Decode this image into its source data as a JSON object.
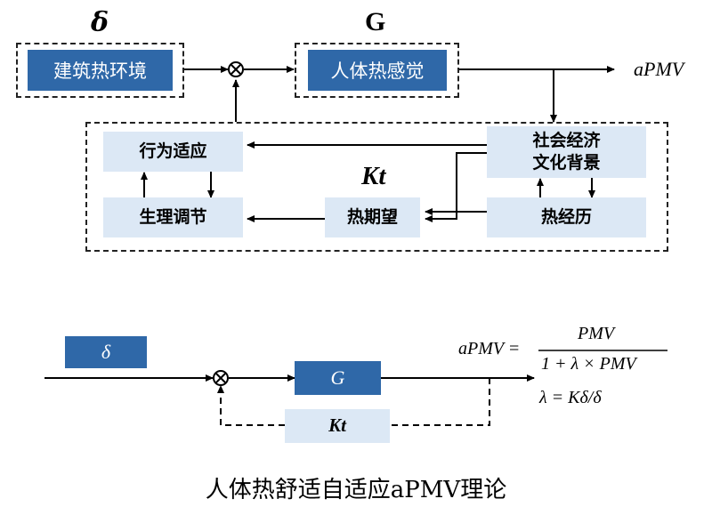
{
  "top_diagram": {
    "delta_symbol": "δ",
    "g_symbol": "G",
    "kt_symbol": "Kt",
    "output_label": "aPMV",
    "building_env": "建筑热环境",
    "human_perception": "人体热感觉",
    "behavior_adaptation": "行为适应",
    "physio_regulation": "生理调节",
    "thermal_expectation": "热期望",
    "socio_culture_line1": "社会经济",
    "socio_culture_line2": "文化背景",
    "thermal_experience": "热经历"
  },
  "bottom_diagram": {
    "delta_label": "δ",
    "g_label": "G",
    "kt_label": "Kt",
    "formula_lhs": "aPMV =",
    "formula_numerator": "PMV",
    "formula_denominator": "1 + λ × PMV",
    "lambda_formula": "λ = Kδ/δ"
  },
  "caption": "人体热舒适自适应aPMV理论"
}
